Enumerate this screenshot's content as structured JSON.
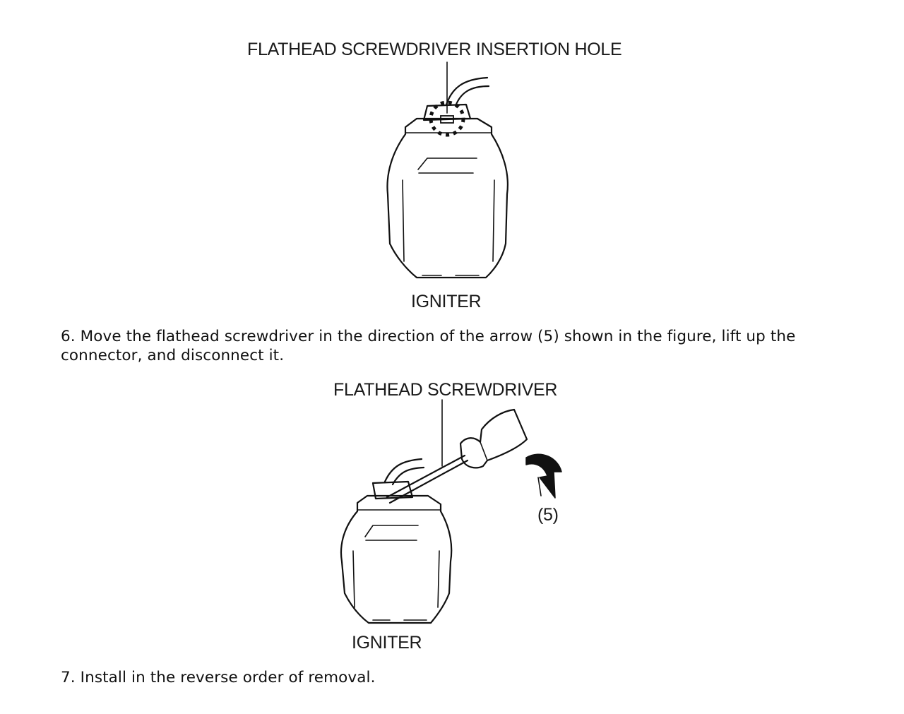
{
  "figure1": {
    "callout_top": "FLATHEAD SCREWDRIVER INSERTION HOLE",
    "callout_bottom": "IGNITER"
  },
  "step6": {
    "text": "6. Move the flathead screwdriver in the direction of the arrow (5) shown in the figure, lift up the connector, and disconnect it."
  },
  "figure2": {
    "callout_top": "FLATHEAD SCREWDRIVER",
    "callout_arrow": "(5)",
    "callout_bottom": "IGNITER"
  },
  "step7": {
    "text": "7. Install in the reverse order of removal."
  }
}
